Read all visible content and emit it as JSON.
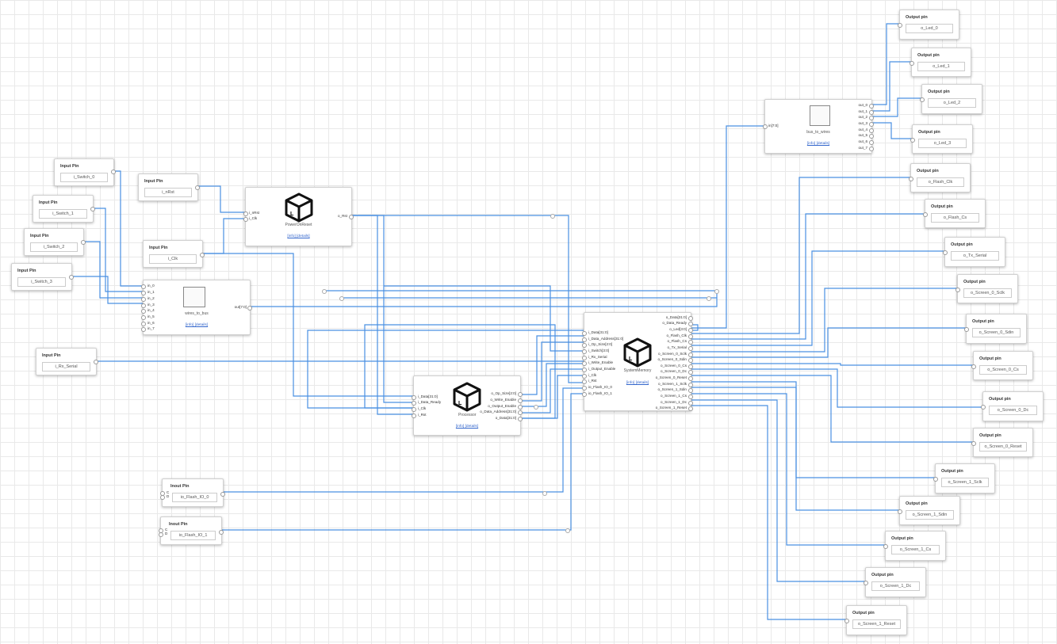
{
  "input_pins": [
    {
      "id": "in0",
      "title": "Input Pin",
      "name": "i_Switch_0"
    },
    {
      "id": "in1",
      "title": "Input Pin",
      "name": "i_nRst"
    },
    {
      "id": "in2",
      "title": "Input Pin",
      "name": "i_Switch_1"
    },
    {
      "id": "in3",
      "title": "Input Pin",
      "name": "i_Switch_2"
    },
    {
      "id": "in4",
      "title": "Input Pin",
      "name": "i_Clk"
    },
    {
      "id": "in5",
      "title": "Input Pin",
      "name": "i_Switch_3"
    },
    {
      "id": "in6",
      "title": "Input Pin",
      "name": "i_Rx_Serial"
    }
  ],
  "inout_pins": [
    {
      "id": "io0",
      "title": "Inout Pin",
      "name": "io_Flash_IO_0",
      "ports": [
        "C",
        "D"
      ]
    },
    {
      "id": "io1",
      "title": "Inout Pin",
      "name": "io_Flash_IO_1",
      "ports": [
        "C",
        "D"
      ]
    }
  ],
  "output_pins": [
    {
      "id": "out0",
      "title": "Output pin",
      "name": "o_Led_0"
    },
    {
      "id": "out1",
      "title": "Output pin",
      "name": "o_Led_1"
    },
    {
      "id": "out2",
      "title": "Output pin",
      "name": "o_Led_2"
    },
    {
      "id": "out3",
      "title": "Output pin",
      "name": "o_Led_3"
    },
    {
      "id": "out4",
      "title": "Output pin",
      "name": "o_Flash_Clk"
    },
    {
      "id": "out5",
      "title": "Output pin",
      "name": "o_Flash_Cs"
    },
    {
      "id": "out6",
      "title": "Output pin",
      "name": "o_Tx_Serial"
    },
    {
      "id": "out7",
      "title": "Output pin",
      "name": "o_Screen_0_Sclk"
    },
    {
      "id": "out8",
      "title": "Output pin",
      "name": "o_Screen_0_Sdin"
    },
    {
      "id": "out9",
      "title": "Output pin",
      "name": "o_Screen_0_Cs"
    },
    {
      "id": "out10",
      "title": "Output pin",
      "name": "o_Screen_0_Dc"
    },
    {
      "id": "out11",
      "title": "Output pin",
      "name": "o_Screen_0_Reset"
    },
    {
      "id": "out12",
      "title": "Output pin",
      "name": "o_Screen_1_Sclk"
    },
    {
      "id": "out13",
      "title": "Output pin",
      "name": "o_Screen_1_Sdin"
    },
    {
      "id": "out14",
      "title": "Output pin",
      "name": "o_Screen_1_Cs"
    },
    {
      "id": "out15",
      "title": "Output pin",
      "name": "o_Screen_1_Dc"
    },
    {
      "id": "out16",
      "title": "Output pin",
      "name": "o_Screen_1_Reset"
    }
  ],
  "components": {
    "power_on_reset": {
      "name": "PowerOnReset",
      "inputs": [
        "i_nRst",
        "i_Clk"
      ],
      "outputs": [
        "o_Rst"
      ],
      "links": "[info] [details]"
    },
    "wires_to_bus": {
      "name": "wires_to_bus",
      "inputs": [
        "in_0",
        "in_1",
        "in_2",
        "in_3",
        "in_4",
        "in_5",
        "in_6",
        "in_7"
      ],
      "outputs": [
        "out[7:0]"
      ],
      "links": "[info] [details]"
    },
    "bus_to_wires": {
      "name": "bus_to_wires",
      "inputs": [
        "in[7:0]"
      ],
      "outputs": [
        "out_0",
        "out_1",
        "out_2",
        "out_3",
        "out_4",
        "out_5",
        "out_6",
        "out_7"
      ],
      "links": "[info] [details]"
    },
    "processor": {
      "name": "Processor",
      "inputs": [
        "i_Data[31:0]",
        "i_Data_Ready",
        "i_Clk",
        "i_Rst"
      ],
      "outputs": [
        "o_Op_Size[2:0]",
        "o_Write_Enable",
        "o_Output_Enable",
        "o_Data_Address[31:0]",
        "o_Data[31:0]"
      ],
      "links": "[info] [details]"
    },
    "system_memory": {
      "name": "SystemMemory",
      "inputs": [
        "i_Data[31:0]",
        "i_Data_Address[31:0]",
        "i_Op_Size[2:0]",
        "i_Switch[3:0]",
        "i_Rx_Serial",
        "i_Write_Enable",
        "i_Output_Enable",
        "i_Clk",
        "i_Rst",
        "io_Flash_IO_0",
        "io_Flash_IO_1"
      ],
      "outputs": [
        "o_Data[31:0]",
        "o_Data_Ready",
        "o_Led[3:0]",
        "o_Flash_Clk",
        "o_Flash_Cs",
        "o_Tx_Serial",
        "o_Screen_0_Sclk",
        "o_Screen_0_Sdin",
        "o_Screen_0_Cs",
        "o_Screen_0_Dc",
        "o_Screen_0_Reset",
        "o_Screen_1_Sclk",
        "o_Screen_1_Sdin",
        "o_Screen_1_Cs",
        "o_Screen_1_Dc",
        "o_Screen_1_Reset"
      ],
      "links": "[info] [details]"
    }
  },
  "icons": {
    "component": "logic-cube-icon"
  },
  "colors": {
    "wire": "#4a90e2",
    "link": "#3366cc"
  }
}
